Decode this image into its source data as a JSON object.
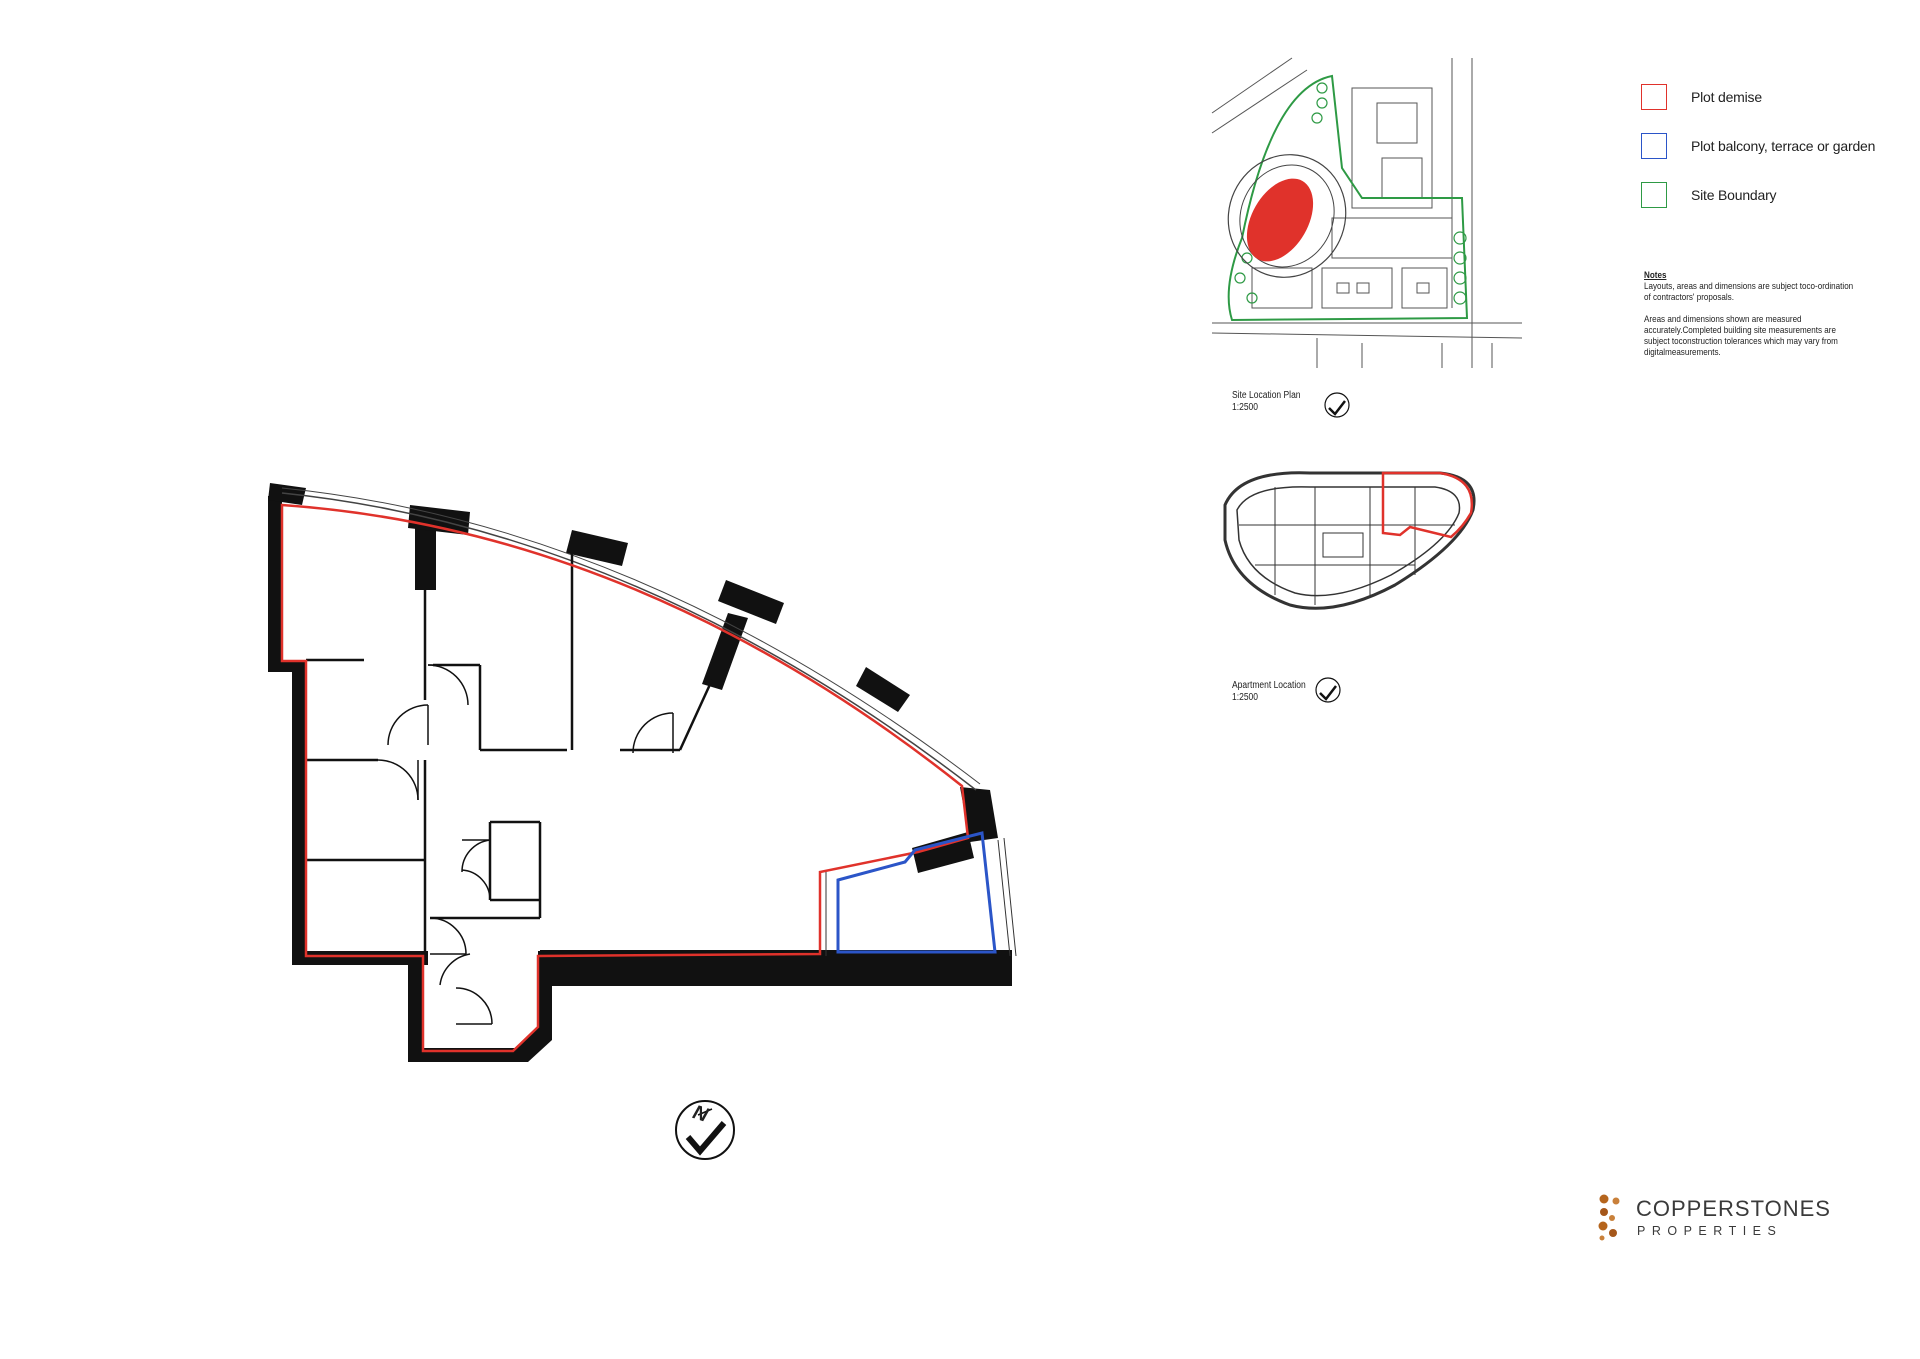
{
  "legend": [
    {
      "label": "Plot demise",
      "color": "#e0322b"
    },
    {
      "label": "Plot balcony, terrace or garden",
      "color": "#2b55c8"
    },
    {
      "label": "Site Boundary",
      "color": "#2e9a45"
    }
  ],
  "notes": {
    "title": "Notes",
    "paragraph_1": "Layouts, areas and dimensions are subject toco-ordination of contractors' proposals.",
    "paragraph_2": "Areas and dimensions shown are measured accurately.Completed building site measurements are subject toconstruction tolerances which may vary from digitalmeasurements."
  },
  "site_location_plan": {
    "title": "Site Location Plan",
    "scale": "1:2500"
  },
  "apartment_location": {
    "title": "Apartment Location",
    "scale": "1:2500"
  },
  "north_arrow": {
    "letter": "N"
  },
  "brand": {
    "name": "COPPERSTONES",
    "tagline": "PROPERTIES",
    "dot_color": "#b5651d"
  }
}
